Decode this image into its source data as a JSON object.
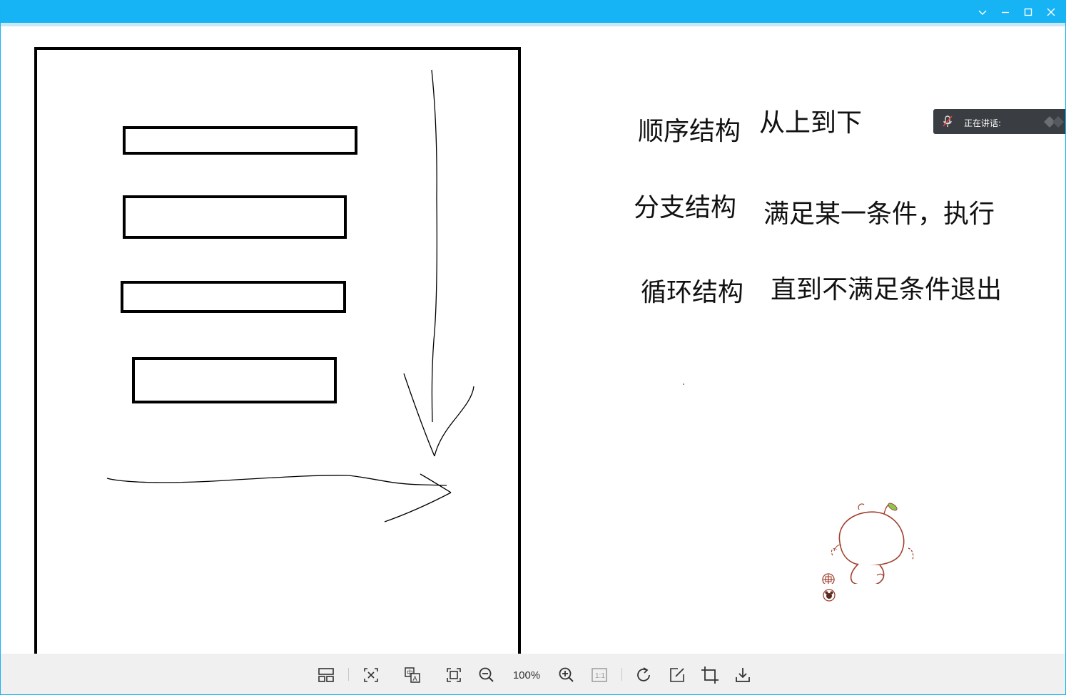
{
  "window": {
    "title": "",
    "controls": [
      "chevron-down",
      "minimize",
      "maximize",
      "close"
    ]
  },
  "whiteboard": {
    "items": [
      {
        "term": "顺序结构",
        "desc": "从上到下"
      },
      {
        "term": "分支结构",
        "desc": "满足某一条件，执行"
      },
      {
        "term": "循环结构",
        "desc": "直到不满足条件退出"
      }
    ]
  },
  "speaking_indicator": {
    "label": "正在讲话:",
    "icon": "mic-muted-icon"
  },
  "toolbar": {
    "zoom_level": "100%",
    "buttons": [
      "layout-icon",
      "fit-screen-icon",
      "translate-icon",
      "fullscreen-icon",
      "zoom-out-icon",
      "zoom-in-icon",
      "actual-size-icon",
      "rotate-icon",
      "edit-icon",
      "crop-icon",
      "download-icon"
    ]
  },
  "colors": {
    "titlebar": "#16b3f5",
    "toolbar_bg": "#f0f0f0",
    "ink": "#000000"
  }
}
